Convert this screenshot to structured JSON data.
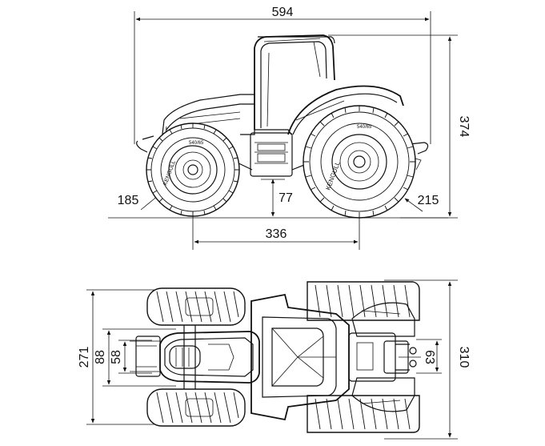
{
  "side_view": {
    "dimensions": {
      "overall_length": "594",
      "overall_height": "374",
      "front_overhang": "185",
      "ground_clearance": "77",
      "rear_overhang": "215",
      "wheelbase": "336"
    }
  },
  "top_view": {
    "dimensions": {
      "front_track_width": "271",
      "inner_front_width": "88",
      "hitch_width": "58",
      "rear_width": "310",
      "rear_hitch_width": "63"
    }
  },
  "tire_markings": {
    "brand": "KENGULL",
    "size_label": "540/65"
  }
}
